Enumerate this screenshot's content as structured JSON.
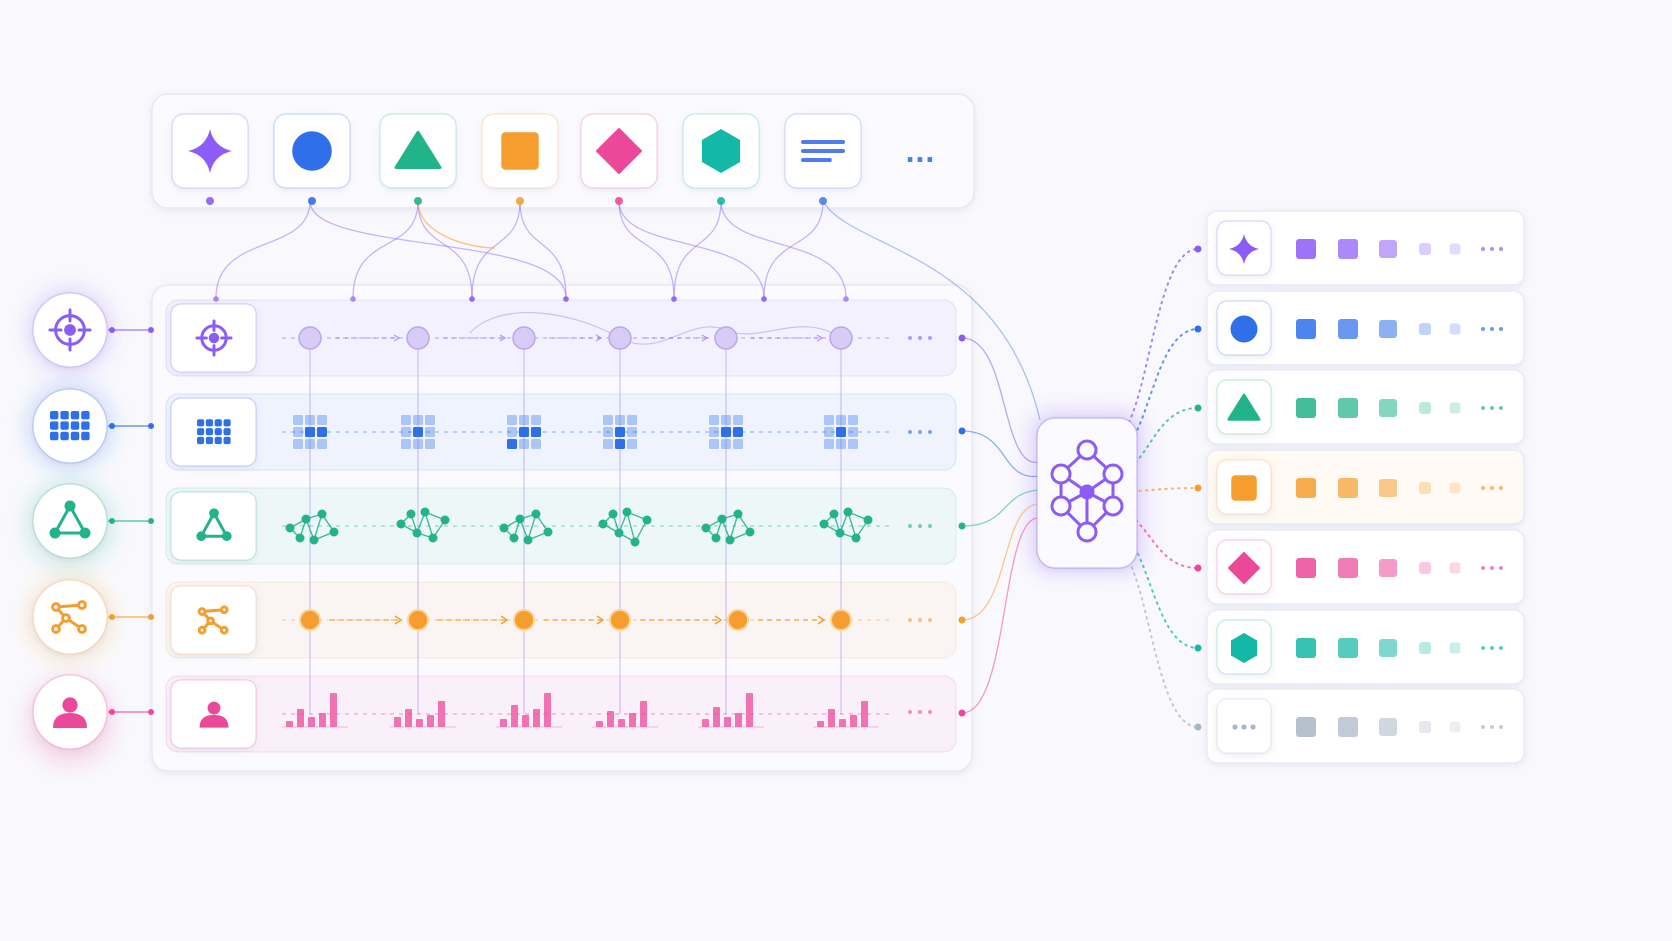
{
  "colors": {
    "purple": "#8b5cf6",
    "blue": "#2f6fea",
    "green": "#22b38a",
    "orange": "#f59e2f",
    "pink": "#ec4899",
    "teal": "#14b8a6",
    "indigo": "#4f7bf0",
    "gray": "#a9b6c6"
  },
  "top_bar": {
    "tokens": [
      {
        "icon": "sparkle-icon",
        "color": "purple"
      },
      {
        "icon": "circle-icon",
        "color": "blue"
      },
      {
        "icon": "triangle-icon",
        "color": "green"
      },
      {
        "icon": "square-icon",
        "color": "orange"
      },
      {
        "icon": "diamond-icon",
        "color": "pink"
      },
      {
        "icon": "hexagon-icon",
        "color": "teal"
      },
      {
        "icon": "lines-icon",
        "color": "indigo"
      }
    ],
    "overflow": "..."
  },
  "lanes": [
    {
      "source_icon": "target-icon",
      "color": "purple",
      "pattern": "node-chain"
    },
    {
      "source_icon": "grid-icon",
      "color": "blue",
      "pattern": "grid-tiles"
    },
    {
      "source_icon": "triangle-graph-icon",
      "color": "green",
      "pattern": "graph-clusters"
    },
    {
      "source_icon": "flow-icon",
      "color": "orange",
      "pattern": "arrow-chain"
    },
    {
      "source_icon": "user-icon",
      "color": "pink",
      "pattern": "bar-sparklines"
    }
  ],
  "hub": {
    "icon": "neural-network-icon",
    "color": "purple"
  },
  "outputs": [
    {
      "icon": "sparkle-icon",
      "color": "purple"
    },
    {
      "icon": "circle-icon",
      "color": "blue"
    },
    {
      "icon": "triangle-icon",
      "color": "green"
    },
    {
      "icon": "square-icon",
      "color": "orange"
    },
    {
      "icon": "diamond-icon",
      "color": "pink"
    },
    {
      "icon": "hexagon-icon",
      "color": "teal"
    },
    {
      "icon": "ellipsis-icon",
      "color": "gray"
    }
  ]
}
